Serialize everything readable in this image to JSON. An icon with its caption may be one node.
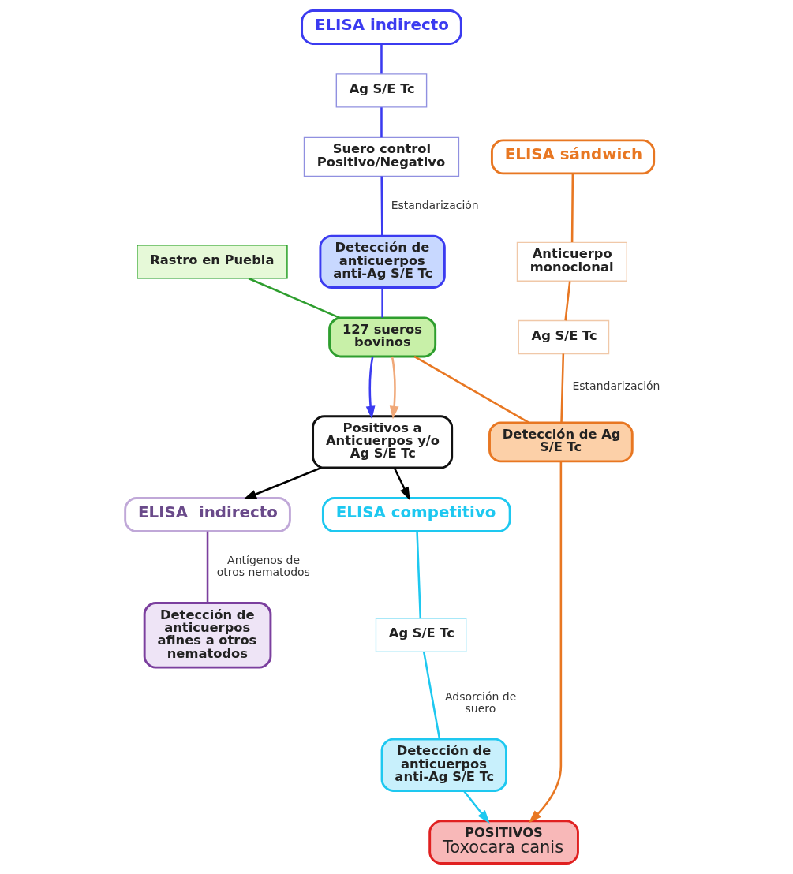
{
  "diagram": {
    "nodes": [
      {
        "text": [
          "Rastro en Puebla"
        ]
      },
      {
        "text": [
          "127 sueros bovinos"
        ]
      },
      {
        "text": [
          "ELISA indirecto"
        ]
      },
      {
        "text": [
          "Ag S/E Tc"
        ]
      },
      {
        "text": [
          "Suero control Positivo/Negativo"
        ]
      },
      {
        "text": [
          "Detección de anticuerpos anti-Ag S/E Tc"
        ]
      },
      {
        "text": [
          "ELISA sándwich"
        ]
      },
      {
        "text": [
          "Anticuerpo monoclonal"
        ]
      },
      {
        "text": [
          "Ag S/E Tc"
        ]
      },
      {
        "text": [
          "Detección de Ag S/E Tc"
        ]
      },
      {
        "text": [
          "Positivos a Anticuerpos y/o Ag S/E Tc"
        ]
      },
      {
        "text": [
          "ELISA  indirecto"
        ]
      },
      {
        "text": [
          "Detección de anticuerpos afines a otros nematodos"
        ]
      },
      {
        "text": [
          "ELISA competitivo"
        ]
      },
      {
        "text": [
          "Ag S/E Tc"
        ]
      },
      {
        "text": [
          "Detección de anticuerpos anti-Ag S/E Tc"
        ]
      },
      {
        "text": [
          "POSITIVOS",
          "Toxocara canis"
        ]
      }
    ],
    "edges": [
      {
        "from": 0,
        "to": 1,
        "arrow": "none",
        "color": "#2e9e2e"
      },
      {
        "from": 2,
        "to": 3,
        "arrow": "none",
        "color": "#3b3bf0"
      },
      {
        "from": 3,
        "to": 4,
        "arrow": "none",
        "color": "#3b3bf0"
      },
      {
        "from": 4,
        "to": 5,
        "arrow": "none",
        "label": "Estandarización",
        "color": "#3b3bf0"
      },
      {
        "from": 5,
        "to": 1,
        "arrow": "none",
        "color": "#3b3bf0"
      },
      {
        "from": 6,
        "to": 7,
        "arrow": "none",
        "color": "#e87722"
      },
      {
        "from": 7,
        "to": 8,
        "arrow": "none",
        "color": "#e87722"
      },
      {
        "from": 8,
        "to": 9,
        "arrow": "none",
        "label": "Estandarización",
        "color": "#e87722"
      },
      {
        "from": 1,
        "to": 9,
        "arrow": "none",
        "color": "#e87722"
      },
      {
        "from": 1,
        "to": 10,
        "arrow": "to",
        "color": "#3b3bf0"
      },
      {
        "from": 1,
        "to": 10,
        "arrow": "to",
        "color": "#f0a878"
      },
      {
        "from": 10,
        "to": 11,
        "arrow": "to",
        "color": "#000000"
      },
      {
        "from": 11,
        "to": 12,
        "arrow": "none",
        "label": "Antígenos de otros nematodos",
        "color": "#7b3f9e"
      },
      {
        "from": 10,
        "to": 13,
        "arrow": "to",
        "color": "#000000"
      },
      {
        "from": 13,
        "to": 14,
        "arrow": "none",
        "color": "#1ec8f0"
      },
      {
        "from": 14,
        "to": 15,
        "arrow": "none",
        "label": "Adsorción de suero",
        "color": "#1ec8f0"
      },
      {
        "from": 15,
        "to": 16,
        "arrow": "to",
        "color": "#1ec8f0"
      },
      {
        "from": 9,
        "to": 16,
        "arrow": "to",
        "color": "#e87722"
      }
    ]
  }
}
